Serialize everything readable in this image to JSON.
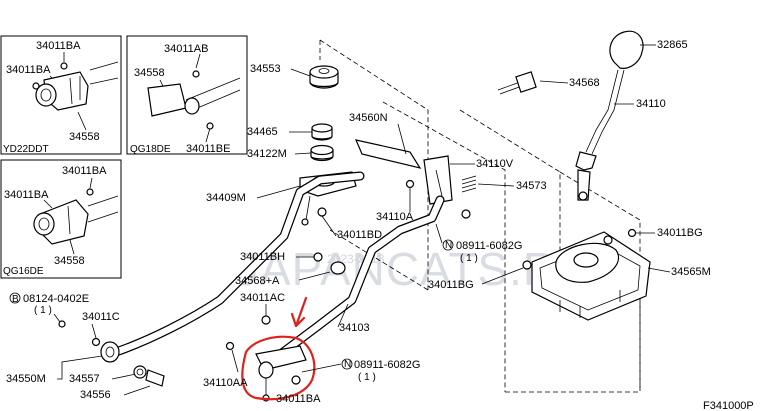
{
  "diagram": {
    "code": "F341000P",
    "watermark_main": "JAPANCATS.RU",
    "watermark_sub": "2023-2013",
    "insets": [
      {
        "variant": "YD22DDT",
        "parts": [
          "34011BA",
          "34011BA",
          "34558"
        ]
      },
      {
        "variant": "QG18DE",
        "parts": [
          "34011AB",
          "34558",
          "34011BE"
        ]
      },
      {
        "variant": "QG16DE",
        "parts": [
          "34011BA",
          "34011BA",
          "34558"
        ]
      }
    ],
    "callouts": {
      "c32865": "32865",
      "c34568": "34568",
      "c34110": "34110",
      "c34553": "34553",
      "c34560N": "34560N",
      "c34465": "34465",
      "c34122M": "34122M",
      "c34110V": "34110V",
      "c34573": "34573",
      "c34409M": "34409M",
      "c34110A": "34110A",
      "c34011BD": "34011BD",
      "c34011BG_right": "34011BG",
      "c08911_top": "08911-6082G",
      "c08911_top_qty": "( 1 )",
      "c34011BH": "34011BH",
      "c34565M": "34565M",
      "c34568A": "34568+A",
      "c34011BG_left": "34011BG",
      "c08124": "08124-0402E",
      "c08124_qty": "( 1 )",
      "c34011AC": "34011AC",
      "c34011C": "34011C",
      "c34103": "34103",
      "c08911_bottom": "08911-6082G",
      "c08911_bottom_qty": "( 1 )",
      "c34550M": "34550M",
      "c34557": "34557",
      "c34110AA": "34110AA",
      "c34556": "34556",
      "c34011BA_bottom": "34011BA"
    }
  }
}
